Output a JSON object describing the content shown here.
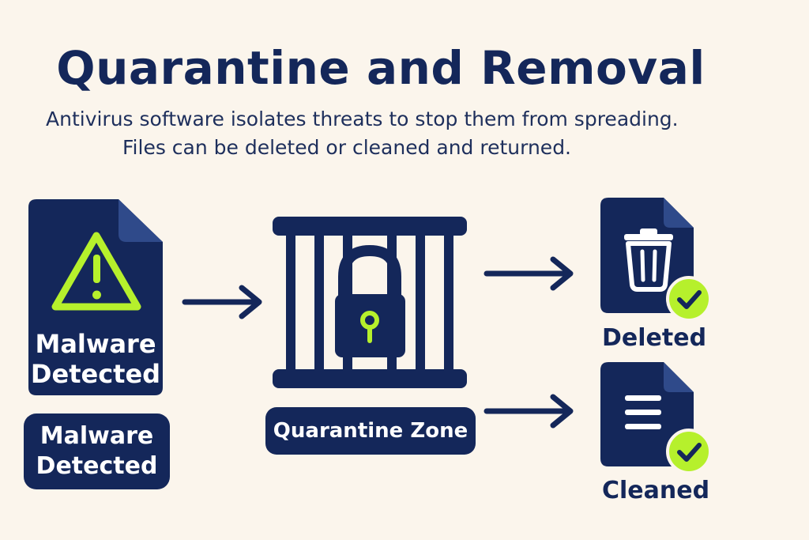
{
  "title": "Quarantine and Removal",
  "subtitle_line1": "Antivirus software isolates threats to stop them from spreading.",
  "subtitle_line2": "Files can be deleted or cleaned and returned.",
  "malware_doc": {
    "label_line1": "Malware",
    "label_line2": "Detected",
    "icon": "warning-triangle-icon"
  },
  "malware_badge": {
    "label_line1": "Malware",
    "label_line2": "Detected"
  },
  "quarantine": {
    "label": "Quarantine Zone",
    "icon": "padlock-cage-icon"
  },
  "outcomes": {
    "deleted": {
      "label": "Deleted",
      "icon": "trash-icon"
    },
    "cleaned": {
      "label": "Cleaned",
      "icon": "document-lines-icon"
    }
  },
  "colors": {
    "navy": "#14275a",
    "accent_green": "#b6f02c",
    "background": "#fbf5ec"
  }
}
